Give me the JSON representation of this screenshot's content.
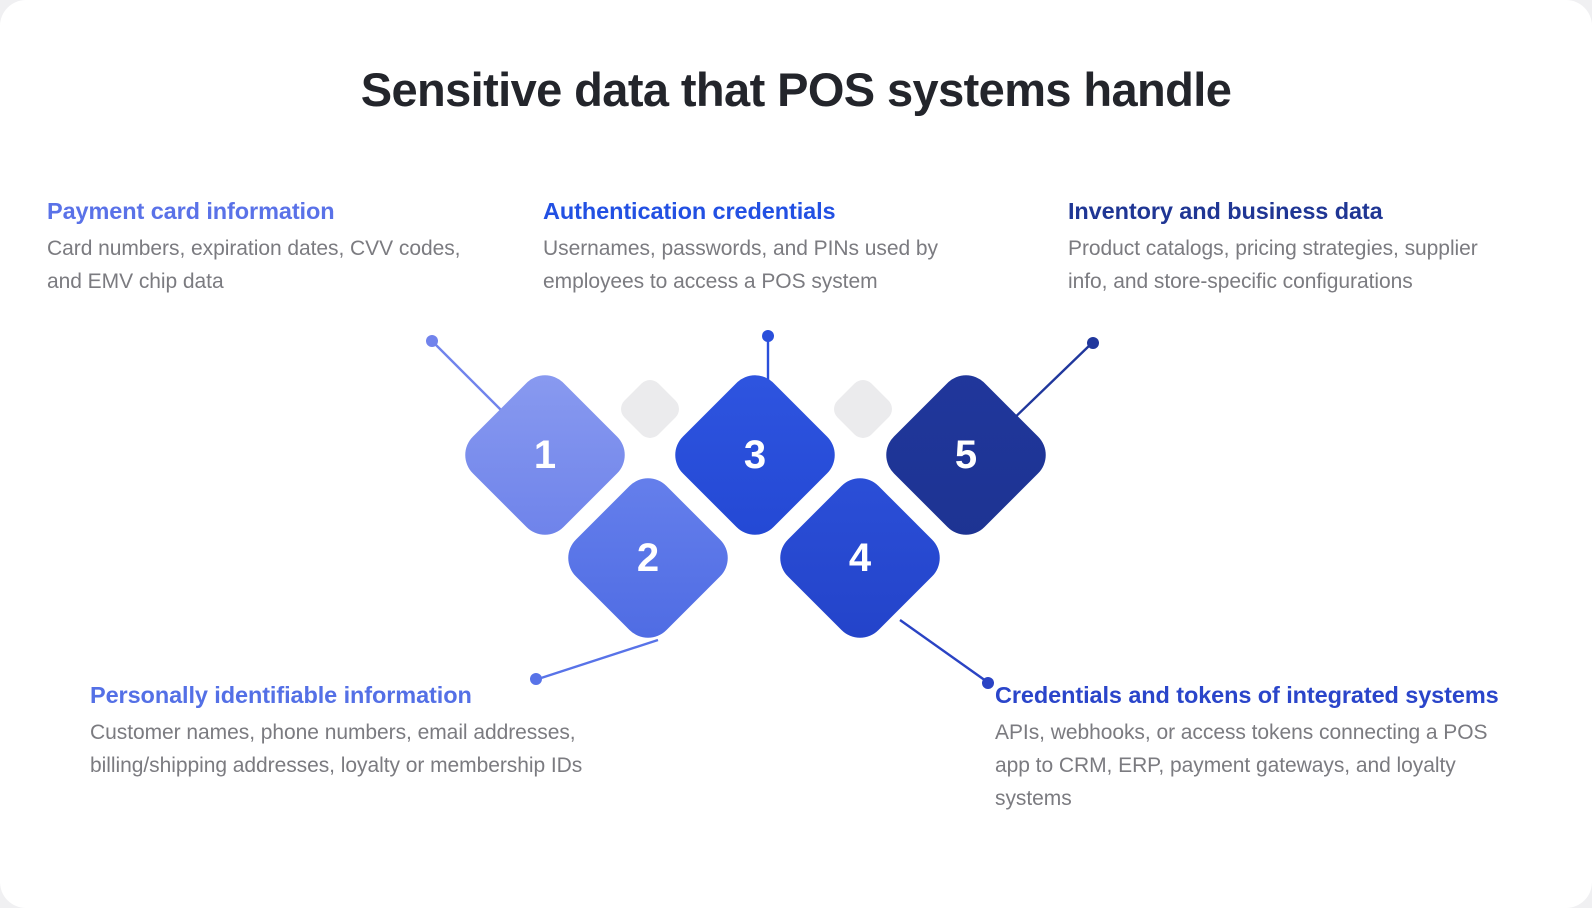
{
  "page": {
    "title": "Sensitive data that POS systems handle",
    "background_color": "#f0f0f2",
    "card_color": "#ffffff",
    "body_text_color": "#7b7b80"
  },
  "items": [
    {
      "number": "1",
      "heading": "Payment card information",
      "body": "Card numbers, expiration dates, CVV codes, and EMV chip data",
      "heading_color": "#5a72e8",
      "diamond_color": "#7c8fee",
      "connector_color": "#7183ec",
      "position": "top-left"
    },
    {
      "number": "2",
      "heading": "Personally identifiable information",
      "body": "Customer names, phone numbers, email addresses, billing/shipping addresses, loyalty or membership IDs",
      "heading_color": "#5470e6",
      "diamond_color": "#5873e8",
      "connector_color": "#5873e8",
      "position": "bottom-left"
    },
    {
      "number": "3",
      "heading": "Authentication credentials",
      "body": "Usernames, passwords, and PINs used by employees to access a POS system",
      "heading_color": "#2250e3",
      "diamond_color": "#2a4fdb",
      "connector_color": "#2a4fdb",
      "position": "top-center"
    },
    {
      "number": "4",
      "heading": "Credentials and tokens of integrated systems",
      "body": "APIs, webhooks, or access tokens connecting a POS app to CRM, ERP, payment gateways, and loyalty systems",
      "heading_color": "#2a45ca",
      "diamond_color": "#2747cf",
      "connector_color": "#2a43c4",
      "position": "bottom-right"
    },
    {
      "number": "5",
      "heading": "Inventory and business data",
      "body": "Product catalogs, pricing strategies, supplier info, and store-specific configurations",
      "heading_color": "#1f3694",
      "diamond_color": "#203a9c",
      "connector_color": "#20379c",
      "position": "top-right"
    }
  ],
  "decorations": {
    "small_diamond_color": "#ebebed",
    "small_diamond_count": 2
  }
}
